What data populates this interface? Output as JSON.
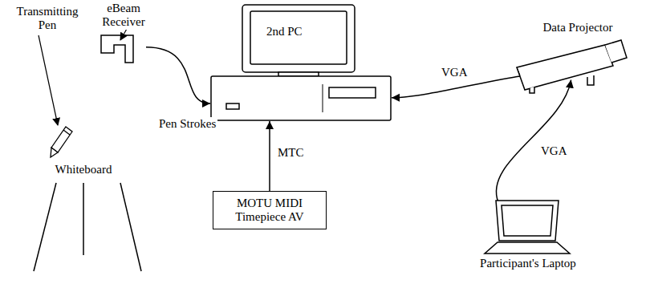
{
  "diagram": {
    "nodes": [
      {
        "text": [
          "Whiteboard"
        ]
      },
      {
        "text": [
          "2nd PC"
        ]
      },
      {
        "text": [
          "MOTU MIDI Timepiece AV"
        ]
      },
      {
        "text": [
          "Data Projector"
        ]
      },
      {
        "text": [
          "Participant's Laptop"
        ]
      }
    ],
    "edges": [
      {
        "from": 0,
        "to": 1,
        "label": "Pen Strokes",
        "arrow": "to"
      },
      {
        "from": 2,
        "to": 1,
        "label": "MTC",
        "arrow": "to"
      },
      {
        "from": 3,
        "to": 1,
        "label": "VGA",
        "arrow": "to"
      },
      {
        "from": 4,
        "to": 3,
        "label": "VGA",
        "arrow": "to"
      }
    ],
    "labels": [
      "Transmitting Pen",
      "eBeam Receiver"
    ]
  }
}
